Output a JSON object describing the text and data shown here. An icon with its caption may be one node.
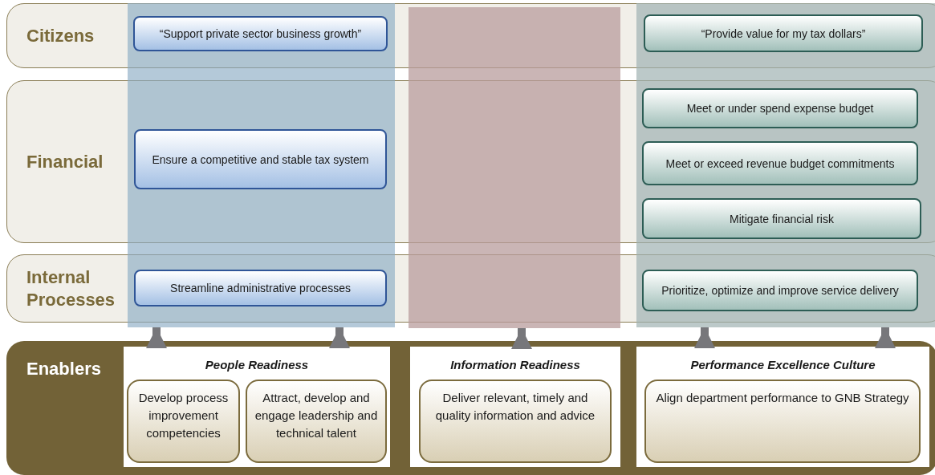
{
  "diagram": {
    "nodes": [
      {
        "text": [
          "Citizens"
        ]
      },
      {
        "text": [
          "Financial"
        ]
      },
      {
        "text": [
          "Internal Processes"
        ]
      },
      {
        "text": [
          "Enablers"
        ]
      },
      {
        "text": [],
        "shape": "bar"
      },
      {
        "text": [],
        "shape": "bar"
      },
      {
        "text": [],
        "shape": "bar"
      },
      {
        "text": [
          "“Support private sector business growth”"
        ]
      },
      {
        "text": [
          "“Provide value for my tax dollars”"
        ]
      },
      {
        "text": [
          "Ensure a competitive and stable tax system"
        ]
      },
      {
        "text": [
          "Meet or under spend expense budget"
        ]
      },
      {
        "text": [
          "Meet or exceed revenue budget commitments"
        ]
      },
      {
        "text": [
          "Mitigate financial risk"
        ]
      },
      {
        "text": [
          "Streamline administrative processes"
        ]
      },
      {
        "text": [
          "Prioritize, optimize and improve service delivery"
        ]
      },
      {
        "text": [
          "People Readiness"
        ],
        "in": 3
      },
      {
        "text": [
          "Develop process improvement competencies"
        ],
        "in": 15
      },
      {
        "text": [
          "Attract, develop and engage leadership and technical talent"
        ],
        "in": 15
      },
      {
        "text": [
          "Information Readiness"
        ],
        "in": 3
      },
      {
        "text": [
          "Deliver relevant, timely and quality information and advice"
        ],
        "in": 18
      },
      {
        "text": [
          "Performance Excellence Culture"
        ],
        "in": 3
      },
      {
        "text": [
          "Align department performance to GNB Strategy"
        ],
        "in": 20
      }
    ],
    "edges": [
      {
        "from": 15,
        "to": 4,
        "arrow": "to"
      },
      {
        "from": 15,
        "to": 4,
        "arrow": "to"
      },
      {
        "from": 18,
        "to": 5,
        "arrow": "to"
      },
      {
        "from": 20,
        "to": 6,
        "arrow": "to"
      },
      {
        "from": 20,
        "to": 6,
        "arrow": "to"
      }
    ]
  }
}
